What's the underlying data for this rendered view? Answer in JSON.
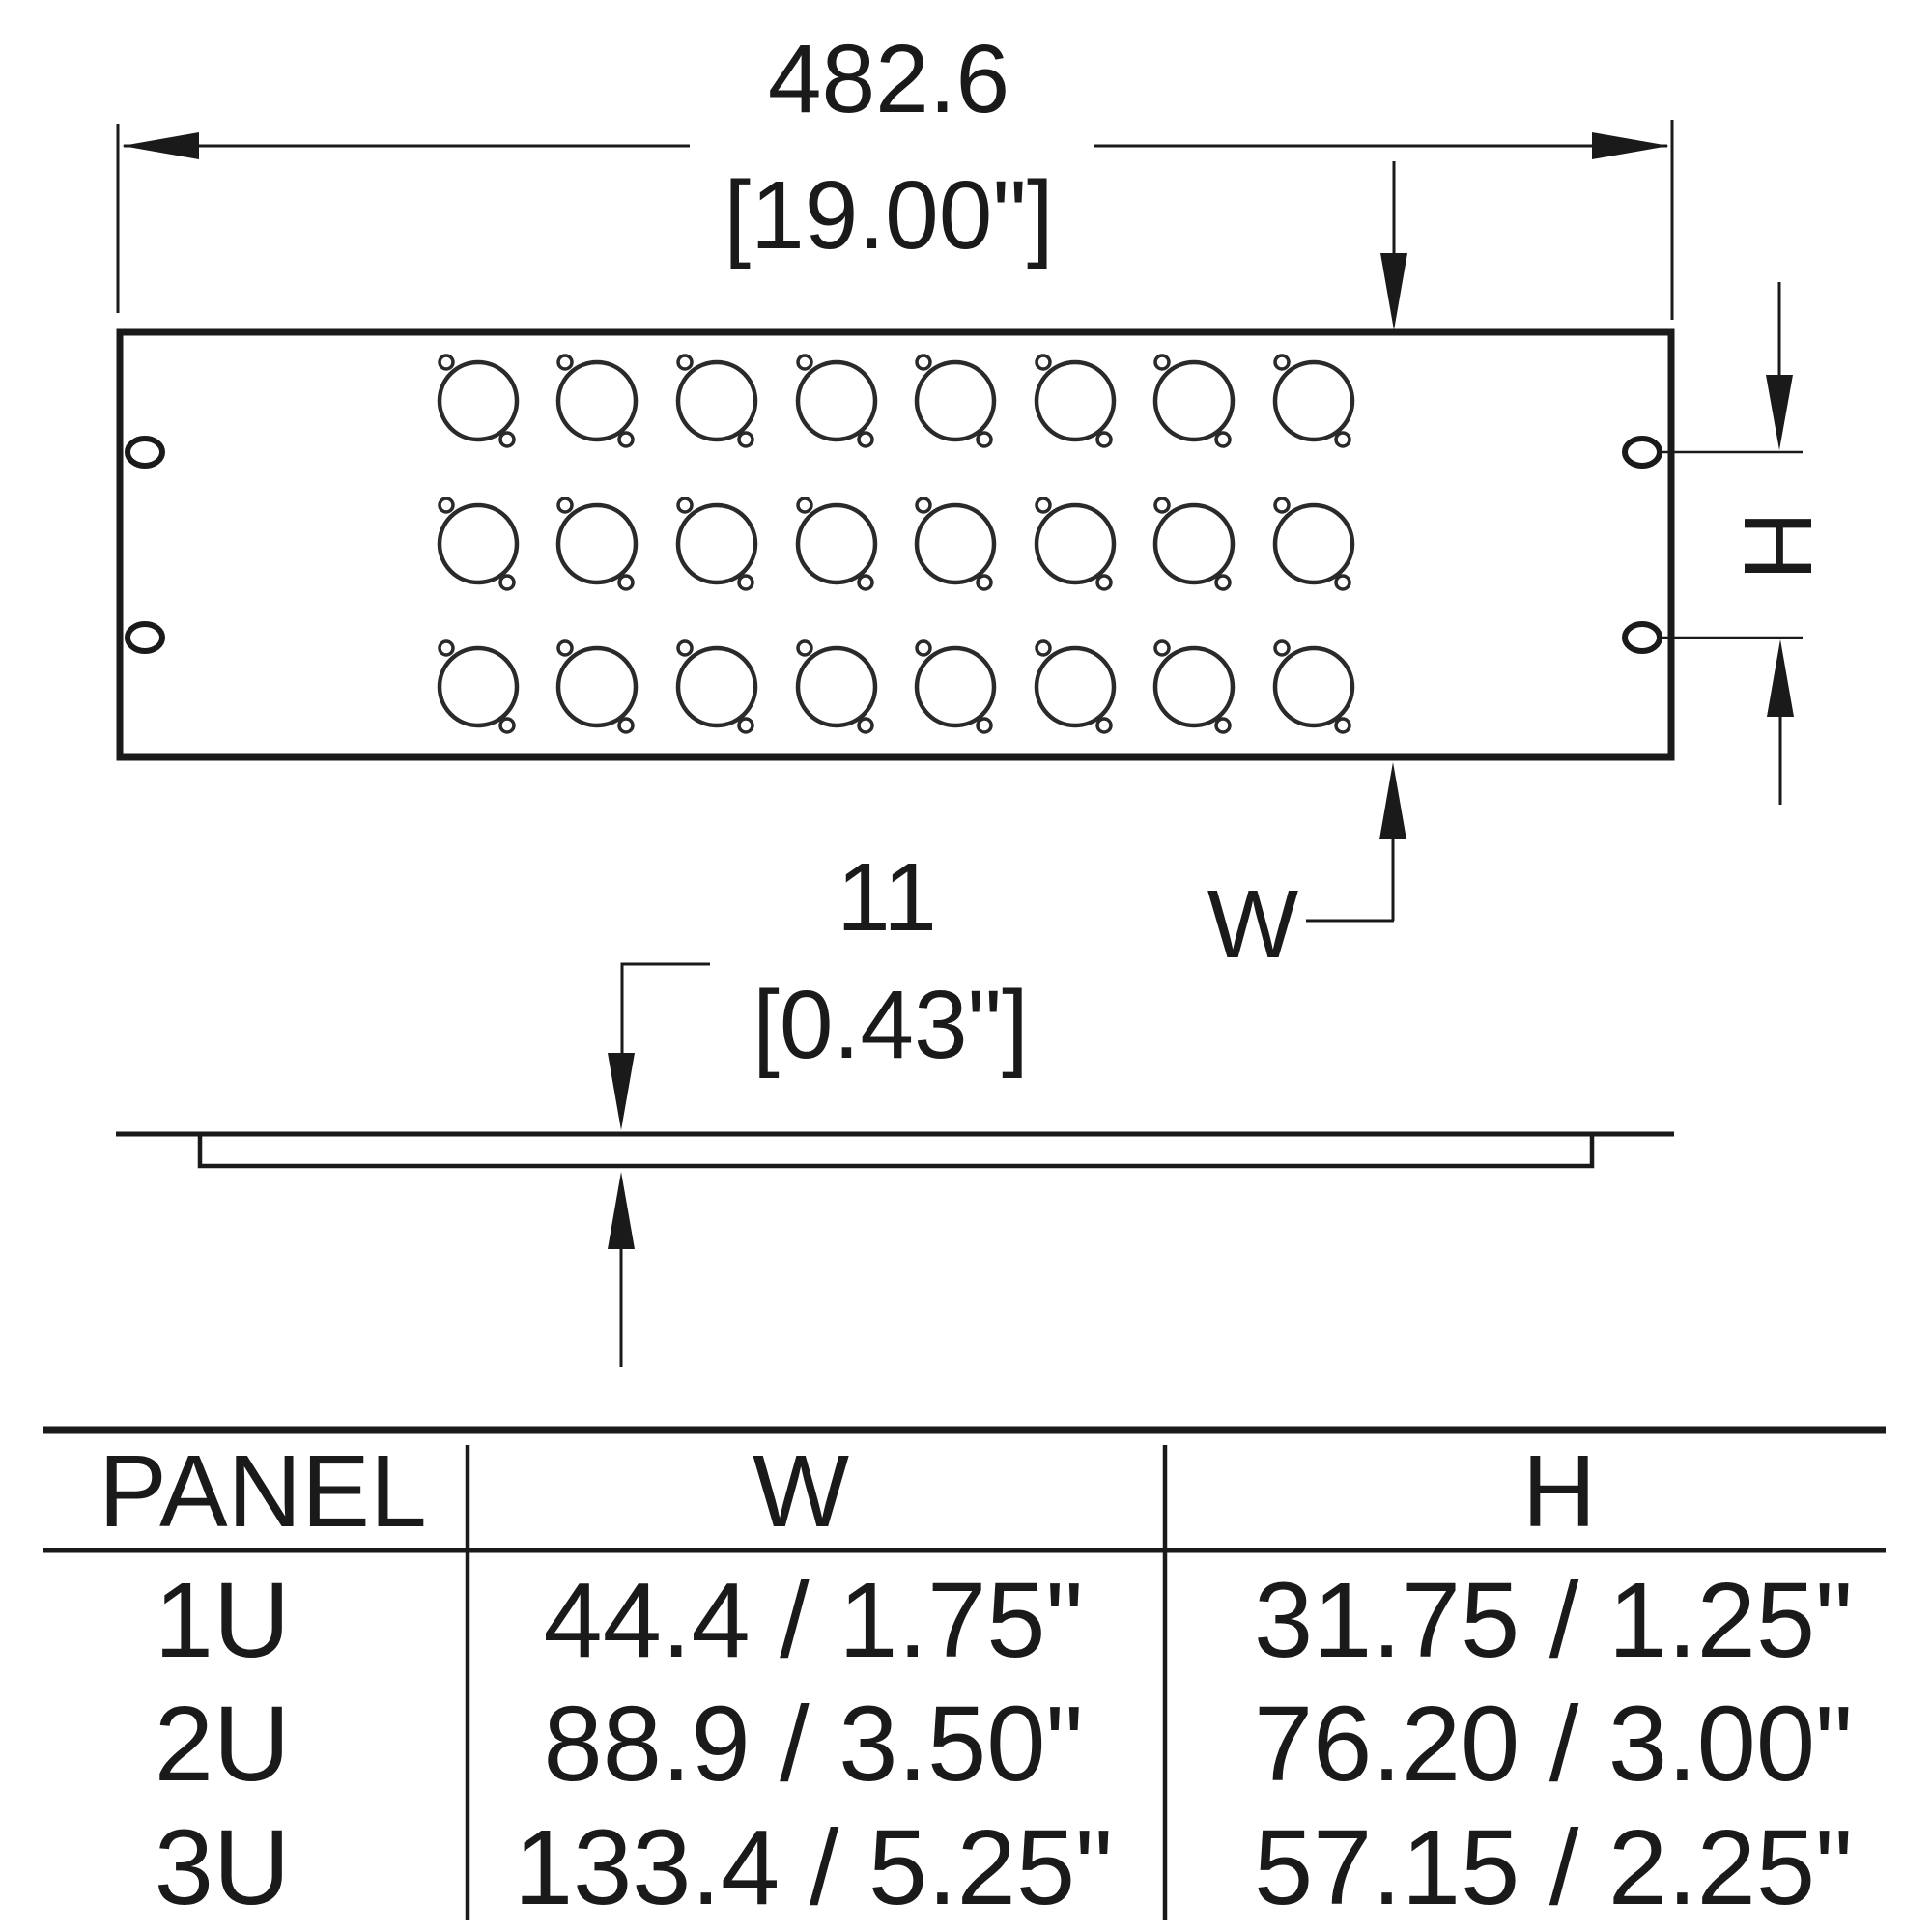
{
  "drawing": {
    "front_view": {
      "width_mm": "482.6",
      "width_in": "[19.00\"]",
      "width_label": "W",
      "height_label": "H"
    },
    "side_view": {
      "thickness_mm": "11",
      "thickness_in": "[0.43\"]"
    },
    "features": {
      "connector_holes": "xlr-d-series-punch",
      "hole_rows": 3,
      "hole_columns": 8,
      "rack_slots": 4
    }
  },
  "table": {
    "headers": [
      "PANEL",
      "W",
      "H"
    ],
    "rows": [
      {
        "panel": "1U",
        "w": "44.4 / 1.75\"",
        "h": "31.75 / 1.25\""
      },
      {
        "panel": "2U",
        "w": "88.9 / 3.50\"",
        "h": "76.20 / 3.00\""
      },
      {
        "panel": "3U",
        "w": "133.4 / 5.25\"",
        "h": "57.15 / 2.25\""
      }
    ]
  },
  "colors": {
    "ink": "#1a1a1a",
    "background": "#ffffff"
  }
}
